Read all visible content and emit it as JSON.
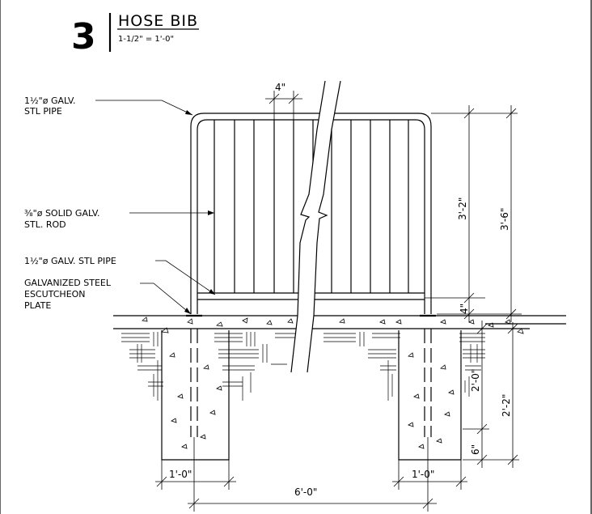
{
  "title": {
    "number": "3",
    "name": "HOSE BIB",
    "scale": "1-1/2\" = 1'-0\""
  },
  "labels": {
    "top_pipe_line1": "1½\"ø GALV.",
    "top_pipe_line2": "STL PIPE",
    "rod_line1": "⅜\"ø SOLID GALV.",
    "rod_line2": "STL. ROD",
    "bottom_pipe": "1½\"ø GALV. STL PIPE",
    "plate_line1": "GALVANIZED STEEL",
    "plate_line2": "ESCUTCHEON",
    "plate_line3": "PLATE"
  },
  "dimensions": {
    "rod_spacing": "4\"",
    "rail_height": "3'-2\"",
    "total_height": "3'-6\"",
    "rail_clearance": "4\"",
    "footing_depth": "2'-0\"",
    "footing_total": "2'-2\"",
    "footing_base": "6\"",
    "footing_width_left": "1'-0\"",
    "footing_width_right": "1'-0\"",
    "post_spacing": "6'-0\""
  }
}
